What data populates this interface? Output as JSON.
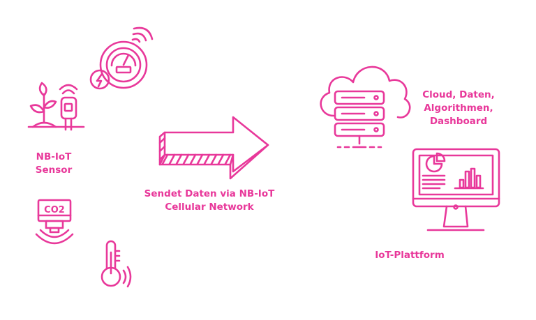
{
  "colors": {
    "accent": "#e8389a"
  },
  "icons": [
    "speedometer-wifi-icon",
    "plant-sensor-icon",
    "co2-sensor-icon",
    "thermometer-icon",
    "arrow-icon",
    "cloud-server-icon",
    "monitor-dashboard-icon"
  ],
  "labels": {
    "sensor": [
      "NB-IoT",
      "Sensor"
    ],
    "network": [
      "Sendet Daten via NB-IoT",
      "Cellular Network"
    ],
    "cloud": [
      "Cloud, Daten,",
      "Algorithmen,",
      "Dashboard"
    ],
    "platform": [
      "IoT-Plattform"
    ]
  },
  "co2": {
    "text": "CO2"
  }
}
